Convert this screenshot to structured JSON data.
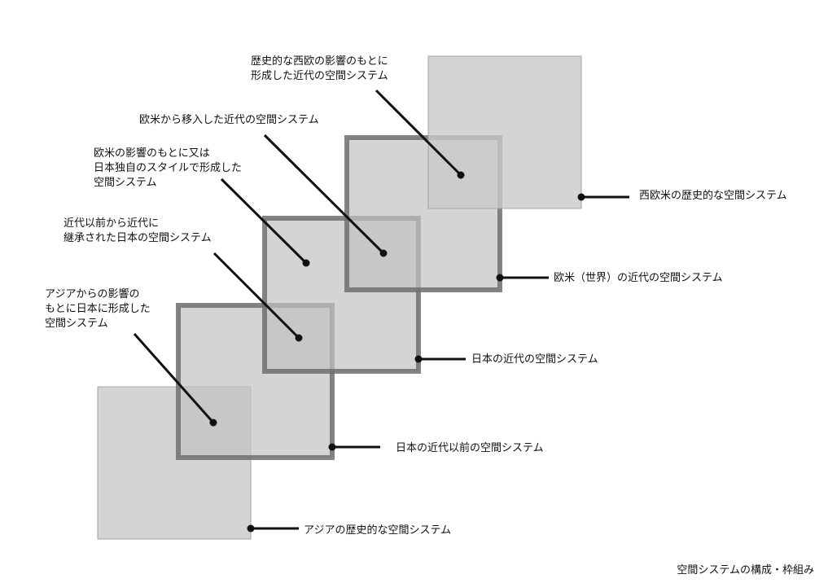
{
  "diagram": {
    "boxes": {
      "asia_historical": "アジアの歴史的な空間システム",
      "japan_premodern": "日本の近代以前の空間システム",
      "japan_modern": "日本の近代の空間システム",
      "west_world_modern": "欧米（世界）の近代の空間システム",
      "west_historical": "西欧米の歴史的な空間システム"
    },
    "overlaps": {
      "asia_influence": [
        "アジアからの影響の",
        "もとに日本に形成した",
        "空間システム"
      ],
      "inherited": [
        "近代以前から近代に",
        "継承された日本の空間システム"
      ],
      "west_influence_or_original": [
        "欧米の影響のもとに又は",
        "日本独自のスタイルで形成した",
        "空間システム"
      ],
      "imported_modern": [
        "欧米から移入した近代の空間システム"
      ],
      "historical_west_influence": [
        "歴史的な西欧の影響のもとに",
        "形成した近代の空間システム"
      ]
    },
    "caption": "空間システムの構成・枠組み"
  }
}
